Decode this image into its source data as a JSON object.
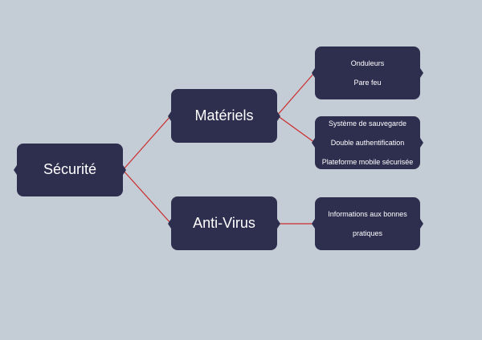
{
  "colors": {
    "background": "#c4ccd5",
    "node_fill": "#2e2e4f",
    "node_text": "#ffffff",
    "connector": "#cc2b2b"
  },
  "diagram": {
    "root": {
      "label": "Sécurité"
    },
    "branches": [
      {
        "label": "Matériels"
      },
      {
        "label": "Anti-Virus"
      }
    ],
    "leaves": [
      {
        "parent": "Matériels",
        "lines": [
          "Onduleurs",
          "Pare feu"
        ]
      },
      {
        "parent": "Matériels",
        "lines": [
          "Système de sauvegarde",
          "Double authentification",
          "Plateforme mobile sécurisée"
        ]
      },
      {
        "parent": "Anti-Virus",
        "lines": [
          "Informations aux bonnes",
          "pratiques"
        ]
      }
    ]
  }
}
